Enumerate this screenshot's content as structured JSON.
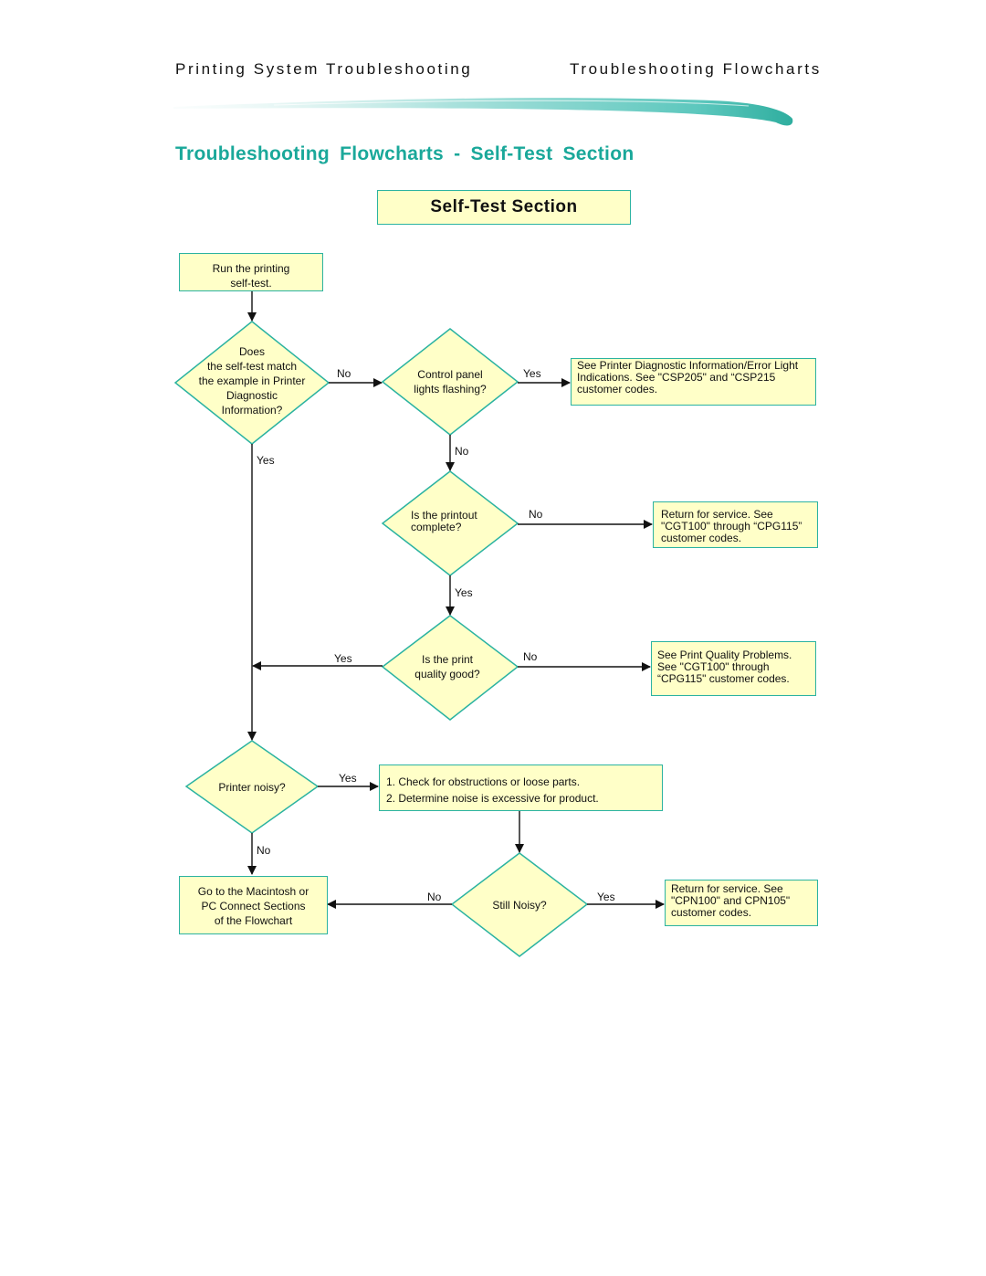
{
  "header": {
    "left": "Printing System Troubleshooting",
    "right": "Troubleshooting Flowcharts"
  },
  "page_title": "Troubleshooting  Flowcharts  -  Self-Test  Section",
  "section_heading": "Self-Test Section",
  "colors": {
    "box_fill": "#ffffc8",
    "box_border": "#2bb3a1",
    "title": "#1aa89a",
    "arrow": "#111111"
  },
  "flowchart": {
    "start_box": [
      "Run the printing",
      "self-test."
    ],
    "decision_match": [
      "Does",
      "the self-test match",
      "the example in Printer",
      "Diagnostic",
      "Information?"
    ],
    "decision_lights": [
      "Control panel",
      "lights flashing?"
    ],
    "result_lights": [
      "See Printer Diagnostic Information/Error Light",
      "Indications. See \"CSP205\" and “CSP215",
      "customer codes."
    ],
    "decision_complete": [
      "Is the printout",
      "complete?"
    ],
    "result_complete": [
      "Return for service. See",
      "\"CGT100\" through “CPG115”",
      "customer codes."
    ],
    "decision_quality": [
      "Is the print",
      "quality good?"
    ],
    "result_quality": [
      "See Print Quality Problems.",
      "See \"CGT100\" through",
      "“CPG115\" customer codes."
    ],
    "decision_noisy": [
      "Printer noisy?"
    ],
    "check_box": [
      "1. Check for obstructions or loose parts.",
      "2. Determine noise is excessive for product."
    ],
    "decision_still": [
      "Still Noisy?"
    ],
    "result_still": [
      "Return for service. See",
      "\"CPN100\" and CPN105\"",
      "customer codes."
    ],
    "goto_box": [
      "Go to the Macintosh or",
      "PC Connect Sections",
      "of the Flowchart"
    ],
    "labels": {
      "match_no": "No",
      "match_yes": "Yes",
      "lights_yes": "Yes",
      "lights_no": "No",
      "complete_no": "No",
      "complete_yes": "Yes",
      "quality_yes": "Yes",
      "quality_no": "No",
      "noisy_yes": "Yes",
      "noisy_no": "No",
      "still_no": "No",
      "still_yes": "Yes"
    }
  }
}
